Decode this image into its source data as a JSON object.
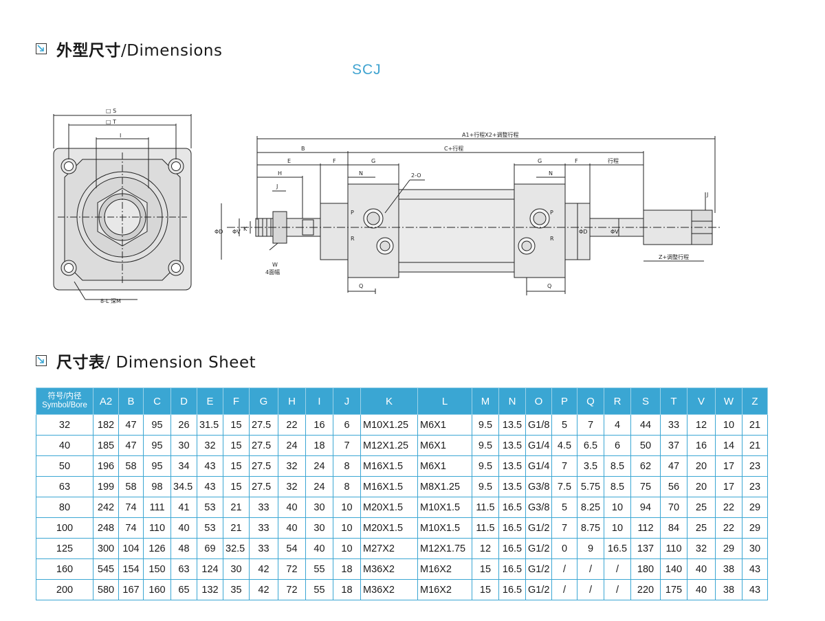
{
  "sections": {
    "dimensions": {
      "title_zh": "外型尺寸",
      "title_en": "/Dimensions"
    },
    "sheet": {
      "title_zh": "尺寸表",
      "title_en": "/ Dimension Sheet"
    }
  },
  "model": "SCJ",
  "colors": {
    "accent": "#3aa6d3",
    "model_text": "#3fa3d0",
    "drawing_fill": "#e6e6e6",
    "line": "#222222"
  },
  "icons": {
    "section": "corner-arrow-icon"
  },
  "drawing_labels": {
    "front": {
      "S": "□ S",
      "T": "□ T",
      "I": "I",
      "hole": "8-L 深M"
    },
    "side": {
      "A1": "A1+行程X2+调整行程",
      "B": "B",
      "C": "C+行程",
      "E": "E",
      "F": "F",
      "G": "G",
      "H": "H",
      "J": "J",
      "N": "N",
      "P": "P",
      "R": "R",
      "Q": "Q",
      "O": "2-O",
      "D": "ΦD",
      "V": "ΦV",
      "K": "K",
      "W": "W",
      "W_note": "4面幅",
      "stroke": "行程",
      "Z": "Z+调整行程"
    }
  },
  "table": {
    "header_symbol_zh": "符号/内径",
    "header_symbol_en": "Symbol/Bore",
    "columns": [
      "A2",
      "B",
      "C",
      "D",
      "E",
      "F",
      "G",
      "H",
      "I",
      "J",
      "K",
      "L",
      "M",
      "N",
      "O",
      "P",
      "Q",
      "R",
      "S",
      "T",
      "V",
      "W",
      "Z"
    ],
    "rows": [
      [
        "32",
        "182",
        "47",
        "95",
        "26",
        "31.5",
        "15",
        "27.5",
        "22",
        "16",
        "6",
        "M10X1.25",
        "M6X1",
        "9.5",
        "13.5",
        "G1/8",
        "5",
        "7",
        "4",
        "44",
        "33",
        "12",
        "10",
        "21"
      ],
      [
        "40",
        "185",
        "47",
        "95",
        "30",
        "32",
        "15",
        "27.5",
        "24",
        "18",
        "7",
        "M12X1.25",
        "M6X1",
        "9.5",
        "13.5",
        "G1/4",
        "4.5",
        "6.5",
        "6",
        "50",
        "37",
        "16",
        "14",
        "21"
      ],
      [
        "50",
        "196",
        "58",
        "95",
        "34",
        "43",
        "15",
        "27.5",
        "32",
        "24",
        "8",
        "M16X1.5",
        "M6X1",
        "9.5",
        "13.5",
        "G1/4",
        "7",
        "3.5",
        "8.5",
        "62",
        "47",
        "20",
        "17",
        "23"
      ],
      [
        "63",
        "199",
        "58",
        "98",
        "34.5",
        "43",
        "15",
        "27.5",
        "32",
        "24",
        "8",
        "M16X1.5",
        "M8X1.25",
        "9.5",
        "13.5",
        "G3/8",
        "7.5",
        "5.75",
        "8.5",
        "75",
        "56",
        "20",
        "17",
        "23"
      ],
      [
        "80",
        "242",
        "74",
        "111",
        "41",
        "53",
        "21",
        "33",
        "40",
        "30",
        "10",
        "M20X1.5",
        "M10X1.5",
        "11.5",
        "16.5",
        "G3/8",
        "5",
        "8.25",
        "10",
        "94",
        "70",
        "25",
        "22",
        "29"
      ],
      [
        "100",
        "248",
        "74",
        "110",
        "40",
        "53",
        "21",
        "33",
        "40",
        "30",
        "10",
        "M20X1.5",
        "M10X1.5",
        "11.5",
        "16.5",
        "G1/2",
        "7",
        "8.75",
        "10",
        "112",
        "84",
        "25",
        "22",
        "29"
      ],
      [
        "125",
        "300",
        "104",
        "126",
        "48",
        "69",
        "32.5",
        "33",
        "54",
        "40",
        "10",
        "M27X2",
        "M12X1.75",
        "12",
        "16.5",
        "G1/2",
        "0",
        "9",
        "16.5",
        "137",
        "110",
        "32",
        "29",
        "30"
      ],
      [
        "160",
        "545",
        "154",
        "150",
        "63",
        "124",
        "30",
        "42",
        "72",
        "55",
        "18",
        "M36X2",
        "M16X2",
        "15",
        "16.5",
        "G1/2",
        "/",
        "/",
        "/",
        "180",
        "140",
        "40",
        "38",
        "43"
      ],
      [
        "200",
        "580",
        "167",
        "160",
        "65",
        "132",
        "35",
        "42",
        "72",
        "55",
        "18",
        "M36X2",
        "M16X2",
        "15",
        "16.5",
        "G1/2",
        "/",
        "/",
        "/",
        "220",
        "175",
        "40",
        "38",
        "43"
      ]
    ]
  }
}
